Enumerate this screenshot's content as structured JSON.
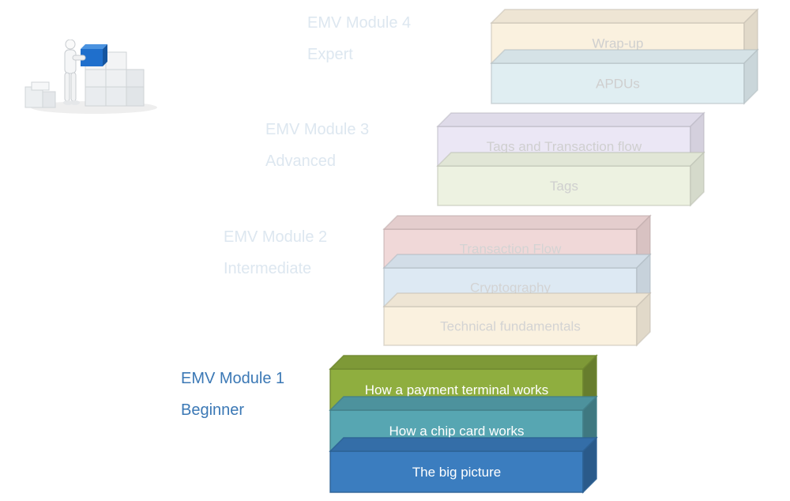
{
  "modules": [
    {
      "title": "EMV Module 1",
      "level": "Beginner",
      "active": true,
      "layers": [
        {
          "label": "How a payment terminal works",
          "color": "#8fae3f"
        },
        {
          "label": "How a chip card works",
          "color": "#57a6b2"
        },
        {
          "label": "The big picture",
          "color": "#3b7dbf"
        }
      ]
    },
    {
      "title": "EMV Module 2",
      "level": "Intermediate",
      "active": false,
      "layers": [
        {
          "label": "Transaction Flow",
          "color": "#f0d8d8"
        },
        {
          "label": "Cryptography",
          "color": "#dde9f3"
        },
        {
          "label": "Technical fundamentals",
          "color": "#faf1df"
        }
      ]
    },
    {
      "title": "EMV Module 3",
      "level": "Advanced",
      "active": false,
      "layers": [
        {
          "label": "Tags and Transaction flow",
          "color": "#ebe7f5"
        },
        {
          "label": "Tags",
          "color": "#edf2e1"
        }
      ]
    },
    {
      "title": "EMV Module 4",
      "level": "Expert",
      "active": false,
      "layers": [
        {
          "label": "Wrap-up",
          "color": "#faf1df"
        },
        {
          "label": "APDUs",
          "color": "#e0eef2"
        }
      ]
    }
  ]
}
